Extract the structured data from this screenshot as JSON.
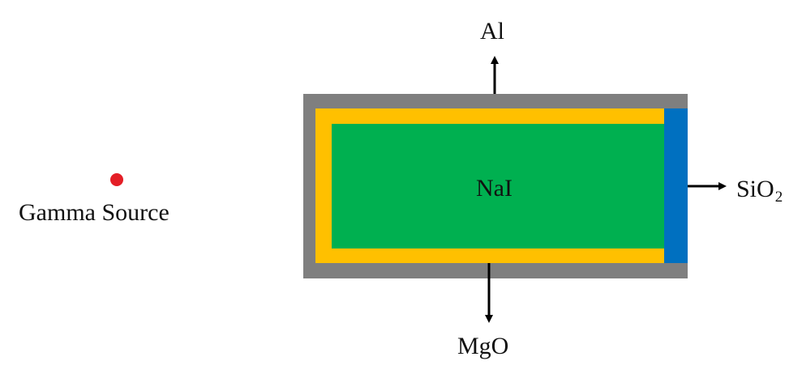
{
  "source": {
    "label": "Gamma Source",
    "color": "#e41e26"
  },
  "layers": {
    "outer": {
      "label": "Al",
      "color": "#7f7f7f"
    },
    "reflector": {
      "label": "MgO",
      "color": "#ffc000"
    },
    "crystal": {
      "label": "NaI",
      "color": "#00b050"
    },
    "window": {
      "label_main": "SiO",
      "label_sub": "2",
      "color": "#0070c0"
    }
  },
  "arrow_color": "#000000"
}
